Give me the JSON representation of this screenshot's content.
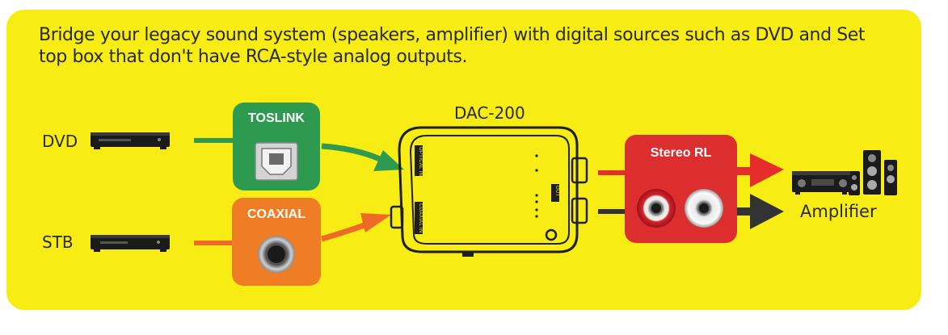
{
  "headline": "Bridge your legacy sound system (speakers, amplifier) with digital sources such as DVD and Set top box that don't have RCA-style analog outputs.",
  "sources": {
    "dvd": {
      "label": "DVD",
      "icon": "dvd-player-icon"
    },
    "stb": {
      "label": "STB",
      "icon": "set-top-box-icon"
    }
  },
  "inputs": {
    "toslink": {
      "label": "TOSLINK",
      "color": "#2e9a4f",
      "icon": "toslink-port-icon"
    },
    "coaxial": {
      "label": "COAXIAL",
      "color": "#ee7d25",
      "icon": "coaxial-port-icon"
    }
  },
  "dac": {
    "title": "DAC-200",
    "ports": {
      "optical": "OPTICAL IN",
      "coaxial": "COAXIAL IN",
      "out": "OUT"
    }
  },
  "output": {
    "label": "Stereo RL",
    "color": "#dc2d2f",
    "icon": "rca-jack-icon"
  },
  "destination": {
    "label": "Amplifier",
    "icon": "amplifier-speakers-icon"
  },
  "colors": {
    "background": "#f7ec14",
    "optical_line": "#2e9a4f",
    "coaxial_line": "#ee6a26",
    "right_channel": "#e52d2d",
    "left_channel": "#333333"
  }
}
